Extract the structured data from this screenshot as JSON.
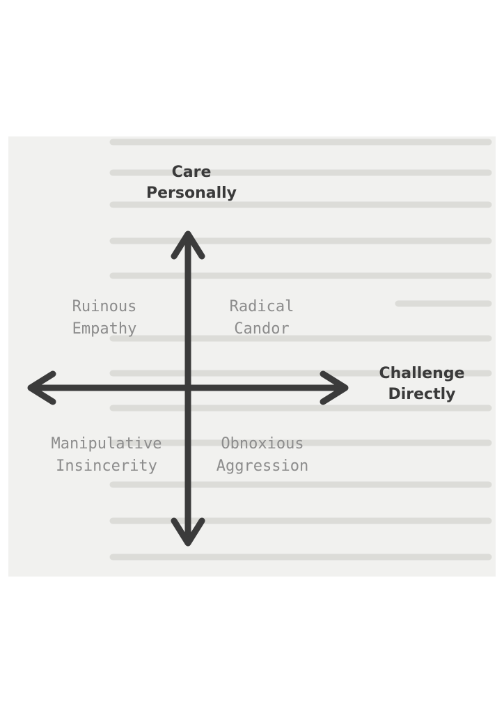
{
  "axes": {
    "vertical": {
      "line1": "Care",
      "line2": "Personally"
    },
    "horizontal": {
      "line1": "Challenge",
      "line2": "Directly"
    }
  },
  "quadrants": {
    "top_left": {
      "line1": "Ruinous",
      "line2": "Empathy"
    },
    "top_right": {
      "line1": "Radical",
      "line2": "Candor"
    },
    "bottom_left": {
      "line1": "Manipulative",
      "line2": "Insincerity"
    },
    "bottom_right": {
      "line1": "Obnoxious",
      "line2": "Aggression"
    }
  },
  "colors": {
    "arrow": "#3b3b3b",
    "axis_label": "#3a3a3a",
    "quadrant_label": "#8c8c8c",
    "scan_background": "#f1f1ef"
  }
}
